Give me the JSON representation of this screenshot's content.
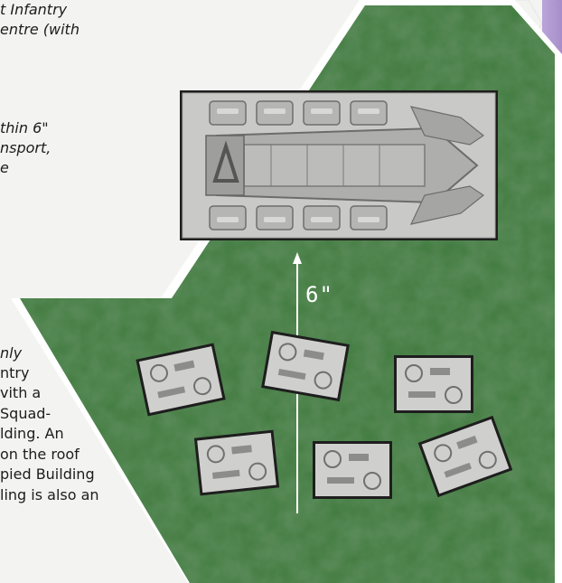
{
  "rules_text_top": [
    {
      "text": "t Infantry",
      "italic": true
    },
    {
      "text": "entre (with",
      "italic": true
    },
    {
      "text": "thin 6\"",
      "italic": true
    },
    {
      "text": "nsport,",
      "italic": true
    },
    {
      "text": "e",
      "italic": true
    }
  ],
  "rules_text_bottom": [
    {
      "text": "nly",
      "italic": true
    },
    {
      "text": "ntry",
      "italic": false
    },
    {
      "text": "vith a",
      "italic": false
    },
    {
      "text": "Squad-",
      "italic": false
    },
    {
      "text": "lding. An",
      "italic": false
    },
    {
      "text": "on the roof",
      "italic": false
    },
    {
      "text": "pied Building",
      "italic": false,
      "italic_part": "pied"
    },
    {
      "text": "ling is also an",
      "italic": false
    }
  ],
  "diagram": {
    "distance_label": "6\"",
    "table_color": "#3f7a3e",
    "accent_color": "#b79bd6",
    "vehicle": "transport-vehicle",
    "infantry_bases": 6
  }
}
